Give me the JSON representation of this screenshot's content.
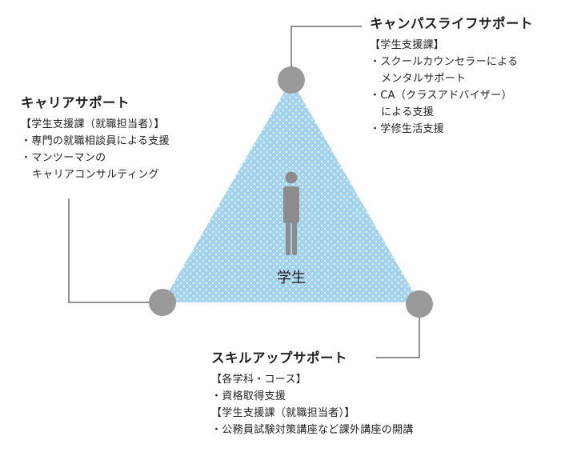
{
  "center_label": "学生",
  "colors": {
    "triangle_fill": "#a3d3ef",
    "dots": "#ffffff",
    "nodes": "#999999",
    "figure": "#8c8c8c",
    "connector": "#231f20",
    "text": "#231f20"
  },
  "campus_support": {
    "title": "キャンパスライフサポート",
    "lines": [
      "【学生支援課】",
      "・スクールカウンセラーによる",
      "メンタルサポート",
      "・CA（クラスアドバイザー）",
      "による支援",
      "・学修生活支援"
    ]
  },
  "career_support": {
    "title": "キャリアサポート",
    "lines": [
      "【学生支援課（就職担当者）】",
      "・専門の就職相談員による支援",
      "・マンツーマンの",
      "キャリアコンサルティング"
    ]
  },
  "skill_support": {
    "title": "スキルアップサポート",
    "lines": [
      "【各学科・コース】",
      "・資格取得支援",
      "【学生支援課（就職担当者）】",
      "・公務員試験対策講座など課外講座の開講"
    ]
  }
}
